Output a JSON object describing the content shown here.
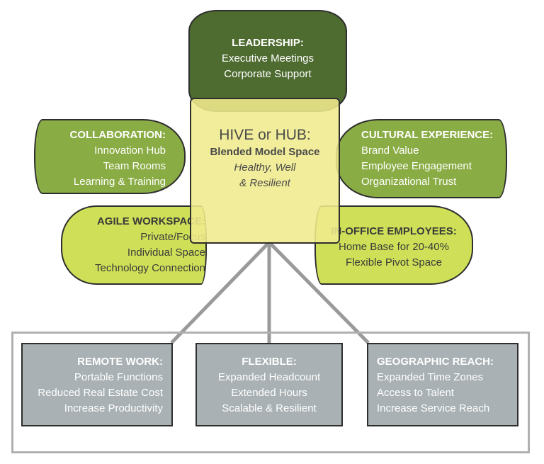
{
  "leadership": {
    "title": "LEADERSHIP:",
    "items": [
      "Executive Meetings",
      "Corporate Support"
    ]
  },
  "collaboration": {
    "title": "COLLABORATION:",
    "items": [
      "Innovation Hub",
      "Team Rooms",
      "Learning & Training"
    ]
  },
  "cultural": {
    "title": "CULTURAL EXPERIENCE:",
    "items": [
      "Brand Value",
      "Employee Engagement",
      "Organizational Trust"
    ]
  },
  "hub": {
    "title": "HIVE or HUB:",
    "subtitle": "Blended Model Space",
    "qualities": [
      "Healthy, Well",
      "& Resilient"
    ]
  },
  "agile": {
    "title": "AGILE WORKSPACE:",
    "items": [
      "Private/Focus",
      "Individual Space",
      "Technology Connection"
    ]
  },
  "inoffice": {
    "title": "IN-OFFICE EMPLOYEES:",
    "items": [
      "Home Base for 20-40%",
      "Flexible Pivot Space"
    ]
  },
  "remote": {
    "title": "REMOTE WORK:",
    "items": [
      "Portable Functions",
      "Reduced Real Estate Cost",
      "Increase Productivity"
    ]
  },
  "flexible": {
    "title": "FLEXIBLE:",
    "items": [
      "Expanded Headcount",
      "Extended Hours",
      "Scalable & Resilient"
    ]
  },
  "geographic": {
    "title": "GEOGRAPHIC REACH:",
    "items": [
      "Expanded Time Zones",
      "Access to Talent",
      "Increase Service Reach"
    ]
  },
  "colors": {
    "leadership": "#4e6b30",
    "green_mid": "#8aac45",
    "green_light": "#cfe058",
    "hub": "#f0ea8c",
    "grey_box": "#a9b1b4",
    "connector": "#9a9a9a"
  }
}
